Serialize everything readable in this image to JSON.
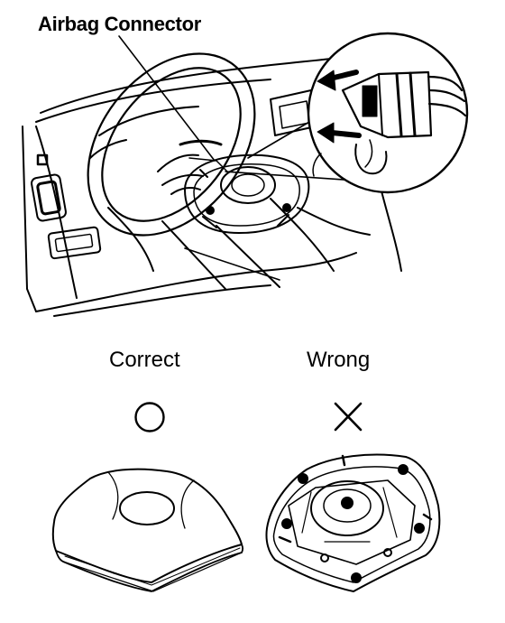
{
  "figure": {
    "callout_label": "Airbag Connector",
    "correct": {
      "label": "Correct",
      "mark": "circle-mark-icon"
    },
    "wrong": {
      "label": "Wrong",
      "mark": "cross-mark-icon"
    }
  },
  "colors": {
    "ink": "#000000",
    "paper": "#ffffff"
  }
}
